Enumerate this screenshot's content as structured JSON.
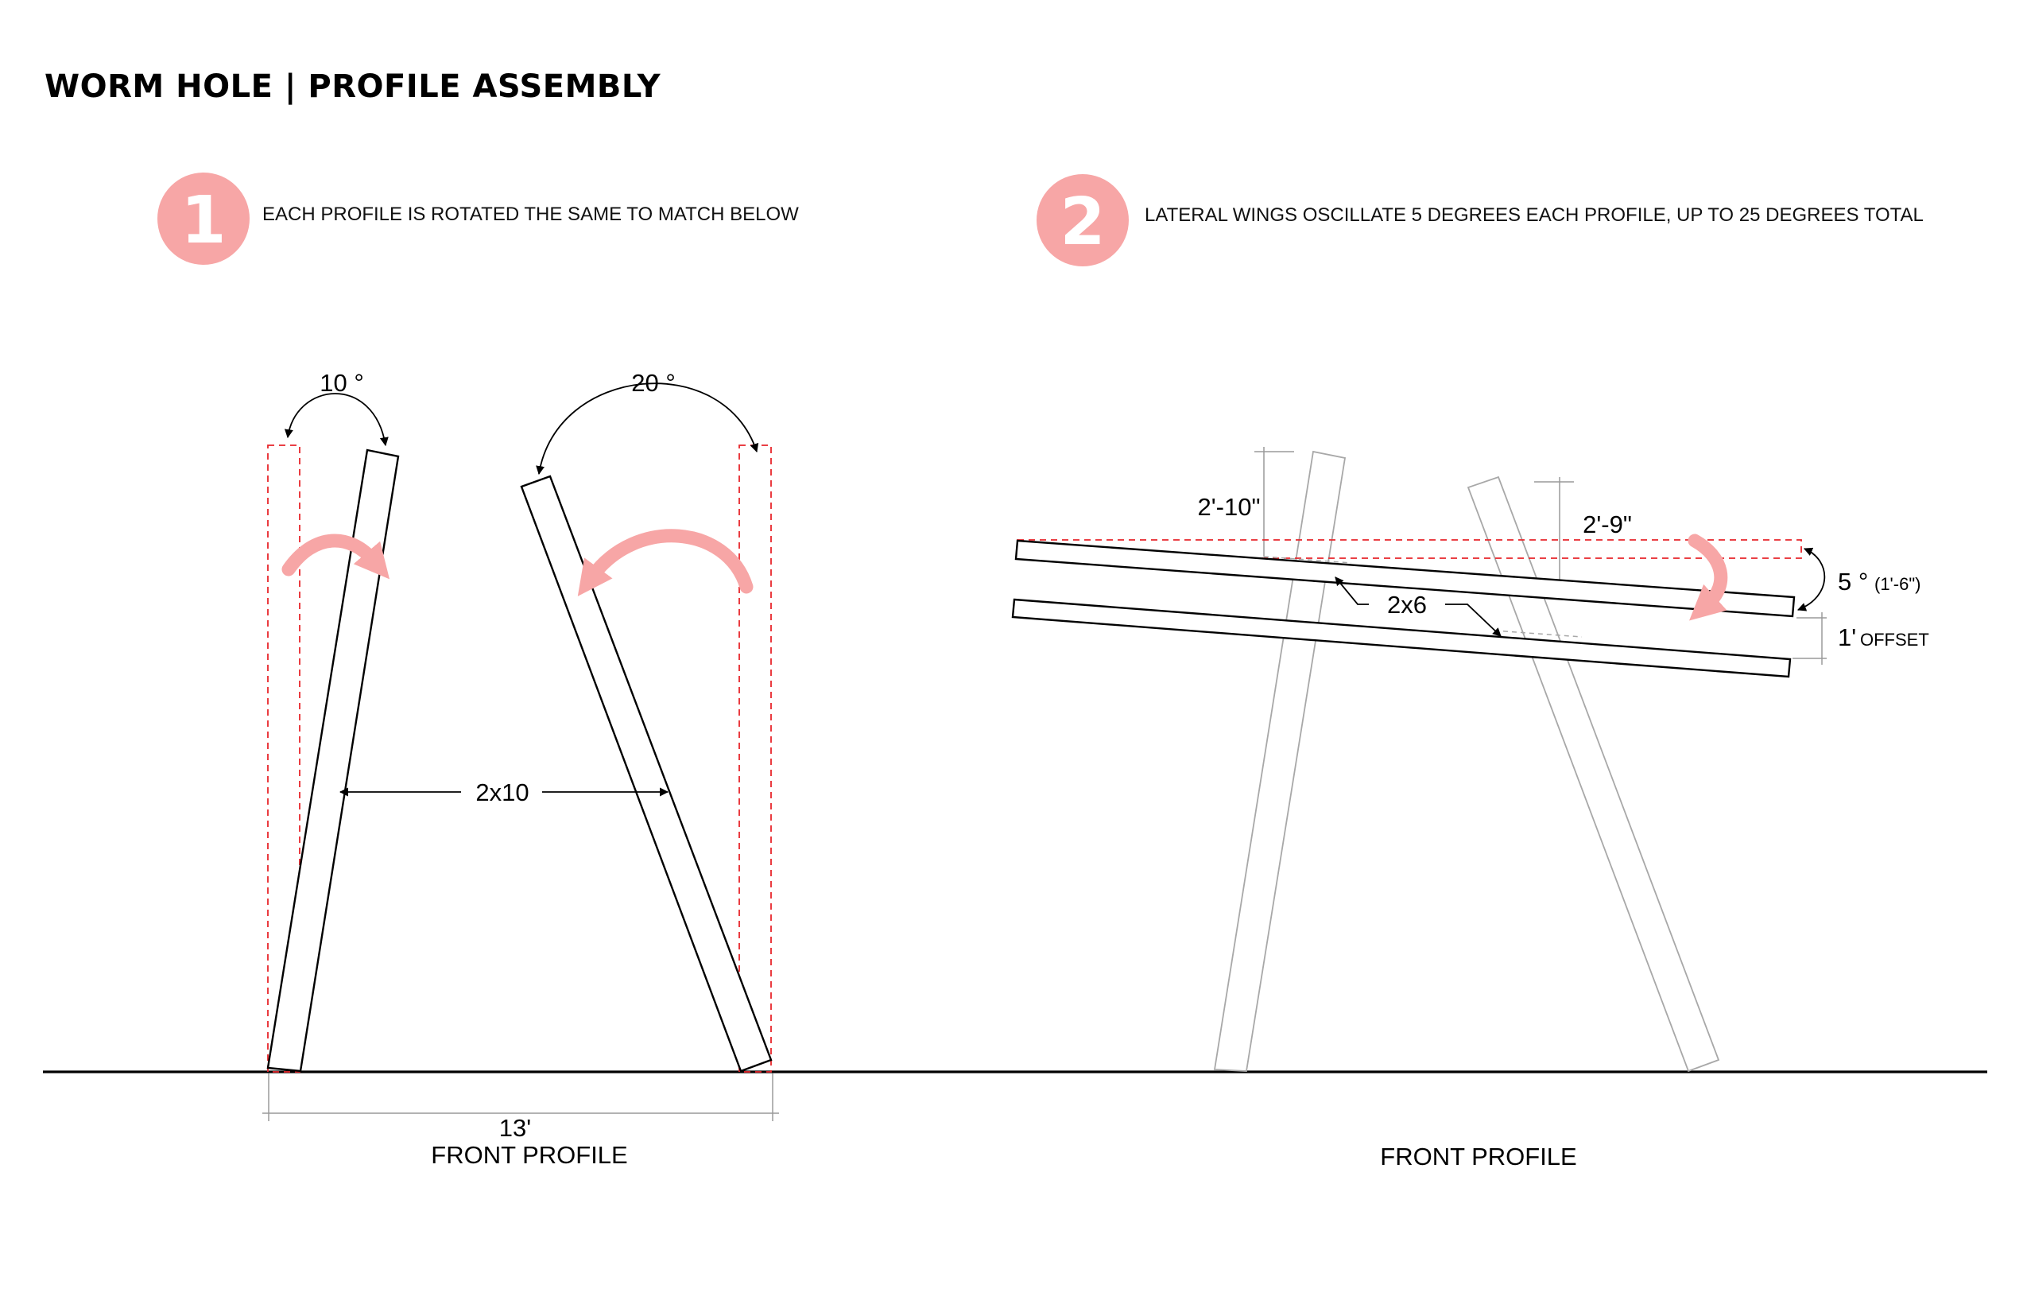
{
  "title": "WORM HOLE | PROFILE ASSEMBLY",
  "colors": {
    "accent": "#f7a6a6",
    "guide": "#e8262b",
    "ink": "#000000",
    "ghost": "#a8a8a8"
  },
  "step1": {
    "number": "1",
    "text": "EACH PROFILE IS ROTATED THE SAME TO MATCH BELOW"
  },
  "step2": {
    "number": "2",
    "text": "LATERAL WINGS OSCILLATE 5 DEGREES EACH PROFILE, UP TO 25 DEGREES TOTAL"
  },
  "profile1": {
    "angle_left": "10 °",
    "angle_right": "20 °",
    "member": "2x10",
    "span": "13'",
    "caption": "FRONT PROFILE"
  },
  "profile2": {
    "height_left": "2'-10\"",
    "height_right": "2'-9\"",
    "member": "2x6",
    "rotation": "5 °",
    "rotation_note": "(1'-6\")",
    "offset_value": "1'",
    "offset_label": "OFFSET",
    "caption": "FRONT PROFILE"
  }
}
